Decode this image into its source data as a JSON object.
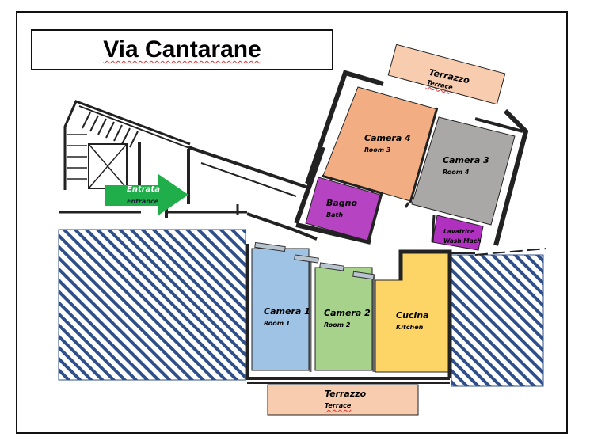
{
  "title": "Via Cantarane",
  "entrance": {
    "label": "Entrata",
    "sub": "Entrance"
  },
  "rooms": {
    "camera4": {
      "label": "Camera 4",
      "sub": "Room 3",
      "color": "#f2ae82"
    },
    "camera3": {
      "label": "Camera 3",
      "sub": "Room 4",
      "color": "#aaa8a6"
    },
    "bagno": {
      "label": "Bagno",
      "sub": "Bath",
      "color": "#b543c2"
    },
    "lavatrice": {
      "label": "Lavatrice",
      "sub": "Wash Mach",
      "color": "#b030c0"
    },
    "camera1": {
      "label": "Camera 1",
      "sub": "Room 1",
      "color": "#9ec3e4"
    },
    "camera2": {
      "label": "Camera 2",
      "sub": "Room 2",
      "color": "#a6d28b"
    },
    "cucina": {
      "label": "Cucina",
      "sub": "Kitchen",
      "color": "#fcd566"
    }
  },
  "terraces": {
    "top": {
      "label": "Terrazzo",
      "sub": "Terrace",
      "color": "#f7ccaf"
    },
    "bottom": {
      "label": "Terrazzo",
      "sub": "Terrace",
      "color": "#f7ccaf"
    }
  },
  "colors": {
    "wall": "#222222",
    "hatch": "#2f4f8a",
    "arrow": "#1fae4a"
  }
}
